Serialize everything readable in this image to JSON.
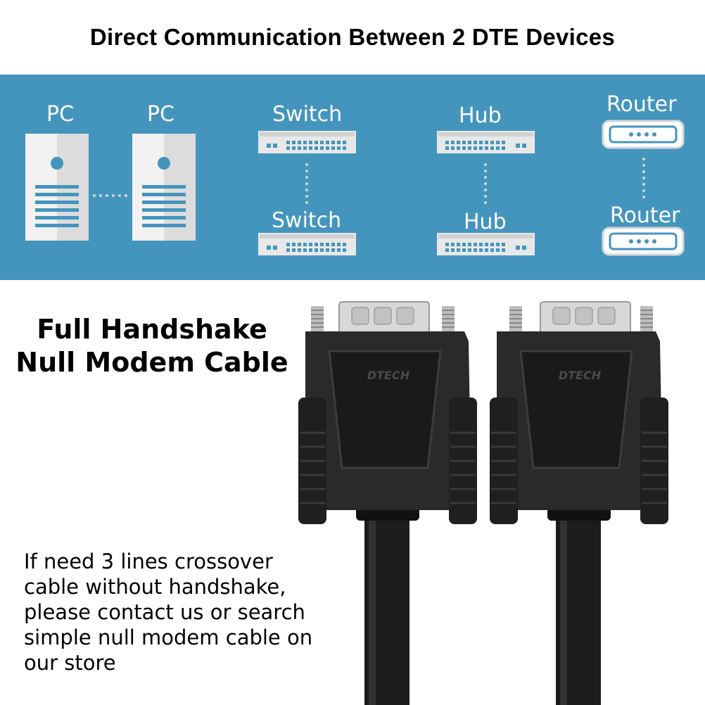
{
  "title": "Direct Communication Between 2 DTE Devices",
  "diagram": {
    "pc_left_label": "PC",
    "pc_right_label": "PC",
    "switch_top_label": "Switch",
    "switch_bottom_label": "Switch",
    "hub_top_label": "Hub",
    "hub_bottom_label": "Hub",
    "router_top_label": "Router",
    "router_bottom_label": "Router"
  },
  "product": {
    "name_line1": "Full Handshake",
    "name_line2": "Null Modem Cable",
    "brand": "DTECH"
  },
  "note": {
    "line1": "If need 3 lines crossover",
    "line2": "cable without handshake,",
    "line3": "please contact us or search",
    "line4": "simple null modem cable on",
    "line5": "our store"
  },
  "colors": {
    "band": "#4495bd",
    "icon": "#e6e6e6",
    "bars": "#4495bd",
    "cable": "#1c1c1c"
  }
}
